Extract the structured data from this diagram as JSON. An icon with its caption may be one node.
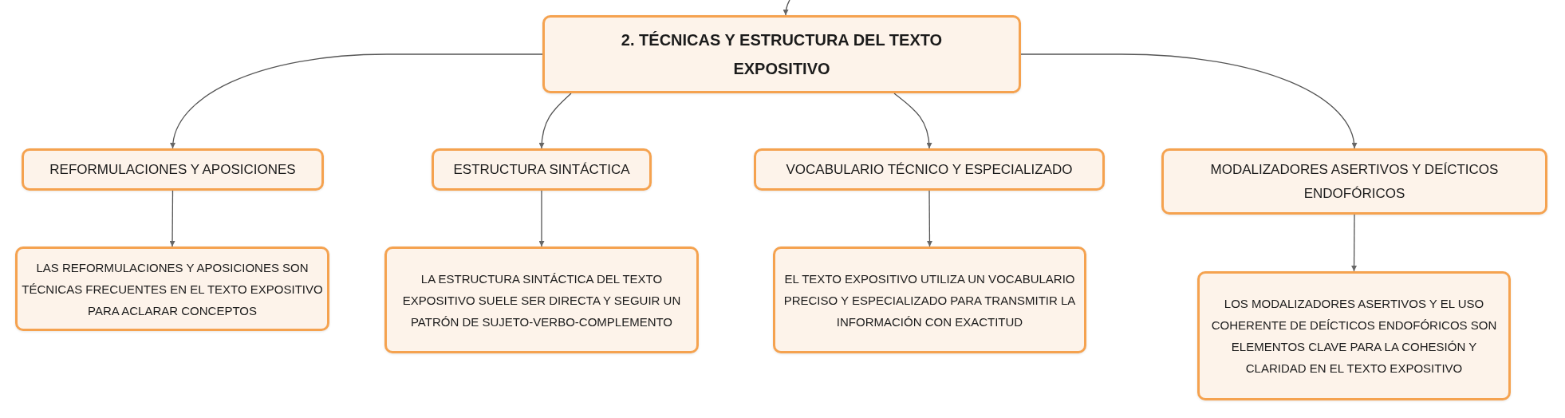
{
  "diagram": {
    "nodes": [
      {
        "text": [
          "2. TÉCNICAS Y ESTRUCTURA DEL TEXTO EXPOSITIVO"
        ]
      },
      {
        "text": [
          "REFORMULACIONES Y APOSICIONES"
        ]
      },
      {
        "text": [
          "ESTRUCTURA SINTÁCTICA"
        ]
      },
      {
        "text": [
          "VOCABULARIO TÉCNICO Y ESPECIALIZADO"
        ]
      },
      {
        "text": [
          "MODALIZADORES ASERTIVOS Y DEÍCTICOS ENDOFÓRICOS"
        ]
      },
      {
        "text": [
          "LAS REFORMULACIONES Y APOSICIONES SON TÉCNICAS FRECUENTES EN EL TEXTO EXPOSITIVO PARA ACLARAR CONCEPTOS"
        ]
      },
      {
        "text": [
          "LA ESTRUCTURA SINTÁCTICA DEL TEXTO EXPOSITIVO SUELE SER DIRECTA Y SEGUIR UN PATRÓN DE SUJETO-VERBO-COMPLEMENTO"
        ]
      },
      {
        "text": [
          "EL TEXTO EXPOSITIVO UTILIZA UN VOCABULARIO PRECISO Y ESPECIALIZADO PARA TRANSMITIR LA INFORMACIÓN CON EXACTITUD"
        ]
      },
      {
        "text": [
          "LOS MODALIZADORES ASERTIVOS Y EL USO COHERENTE DE DEÍCTICOS ENDOFÓRICOS SON ELEMENTOS CLAVE PARA LA COHESIÓN Y CLARIDAD EN EL TEXTO EXPOSITIVO"
        ]
      }
    ],
    "edges": [
      {
        "from": null,
        "to": 0,
        "arrow": "to"
      },
      {
        "from": 0,
        "to": 1,
        "arrow": "to"
      },
      {
        "from": 0,
        "to": 2,
        "arrow": "to"
      },
      {
        "from": 0,
        "to": 3,
        "arrow": "to"
      },
      {
        "from": 0,
        "to": 4,
        "arrow": "to"
      },
      {
        "from": 1,
        "to": 5,
        "arrow": "to"
      },
      {
        "from": 2,
        "to": 6,
        "arrow": "to"
      },
      {
        "from": 3,
        "to": 7,
        "arrow": "to"
      },
      {
        "from": 4,
        "to": 8,
        "arrow": "to"
      }
    ]
  }
}
